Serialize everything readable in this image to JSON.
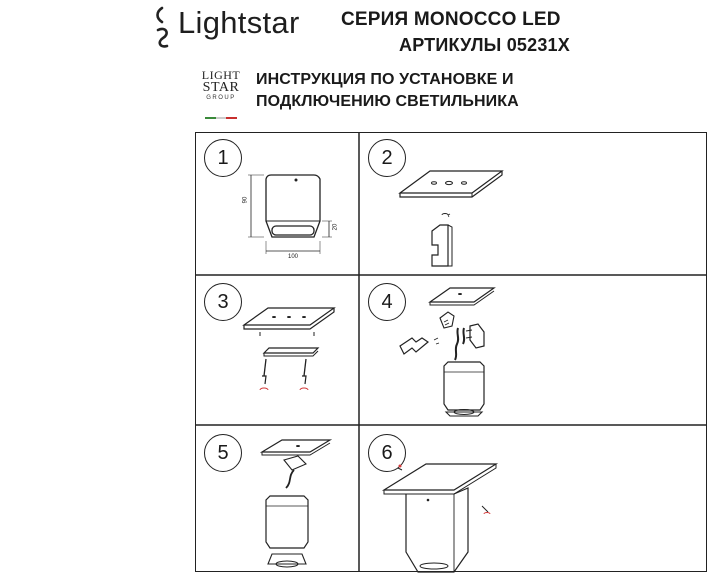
{
  "header": {
    "brand_name": "Lightstar",
    "series_title": "СЕРИЯ MONOCCO LED",
    "articles": "АРТИКУЛЫ 05231X",
    "instruction_line1": "ИНСТРУКЦИЯ ПО УСТАНОВКЕ И",
    "instruction_line2": "ПОДКЛЮЧЕНИЮ СВЕТИЛЬНИКА"
  },
  "logo": {
    "line1": "LIGHT",
    "line2": "STAR",
    "line3": "GROUP",
    "flag_colors": [
      "#3a8a3a",
      "#ffffff",
      "#c8302e"
    ]
  },
  "steps": [
    {
      "number": "1",
      "dimensions": {
        "height": "90",
        "lens_height": "20",
        "width": "100"
      }
    },
    {
      "number": "2"
    },
    {
      "number": "3"
    },
    {
      "number": "4"
    },
    {
      "number": "5"
    },
    {
      "number": "6"
    }
  ],
  "colors": {
    "line": "#222222",
    "accent_red": "#d23a3a"
  }
}
